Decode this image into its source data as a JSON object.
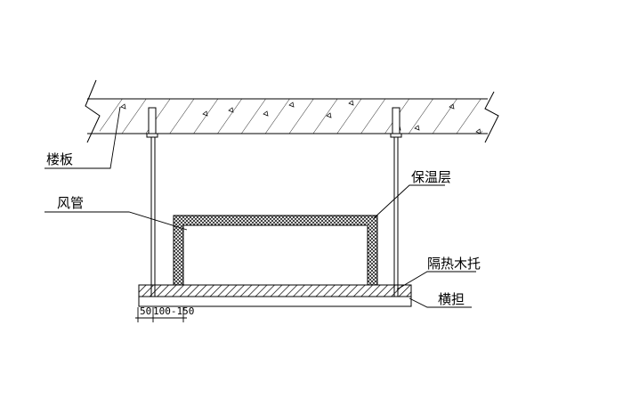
{
  "labels": {
    "floor_slab": "楼板",
    "air_duct": "风管",
    "insulation": "保温层",
    "wood_support": "隔热木托",
    "crossbar": "横担"
  },
  "dimensions": {
    "edge": "50",
    "gap": "100-150"
  }
}
